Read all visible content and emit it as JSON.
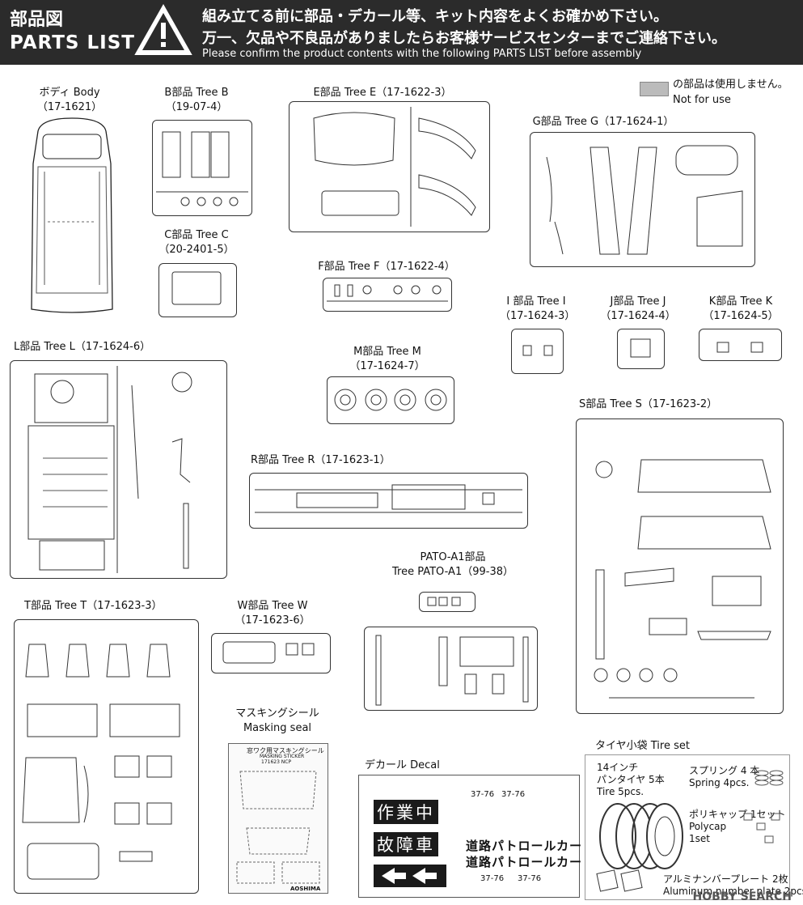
{
  "header": {
    "title_jp": "部品図",
    "title_en": "PARTS LIST",
    "line1": "組み立てる前に部品・デカール等、キット内容をよくお確かめ下さい。",
    "line2": "万一、欠品や不良品がありましたらお客様サービスセンターまでご連絡下さい。",
    "line3": "Please confirm the product contents with the following PARTS LIST before assembly"
  },
  "legend": {
    "line1": "の部品は使用しません。",
    "line2": "Not for use"
  },
  "trees": [
    {
      "id": "body",
      "name": "ボディ Body",
      "code": "（17-1621）"
    },
    {
      "id": "b",
      "name": "B部品 Tree B",
      "code": "（19-07-4）"
    },
    {
      "id": "c",
      "name": "C部品 Tree C",
      "code": "（20-2401-5）"
    },
    {
      "id": "e",
      "name": "E部品 Tree E（17-1622-3）",
      "code": ""
    },
    {
      "id": "f",
      "name": "F部品 Tree F（17-1622-4）",
      "code": ""
    },
    {
      "id": "g",
      "name": "G部品 Tree G（17-1624-1）",
      "code": ""
    },
    {
      "id": "i",
      "name": "I 部品 Tree I",
      "code": "（17-1624-3）"
    },
    {
      "id": "j",
      "name": "J部品 Tree J",
      "code": "（17-1624-4）"
    },
    {
      "id": "k",
      "name": "K部品 Tree K",
      "code": "（17-1624-5）"
    },
    {
      "id": "l",
      "name": "L部品 Tree L（17-1624-6）",
      "code": ""
    },
    {
      "id": "m",
      "name": "M部品 Tree M",
      "code": "（17-1624-7）"
    },
    {
      "id": "r",
      "name": "R部品 Tree R（17-1623-1）",
      "code": ""
    },
    {
      "id": "s",
      "name": "S部品 Tree S（17-1623-2）",
      "code": ""
    },
    {
      "id": "pato",
      "name": "PATO-A1部品",
      "code": "Tree PATO-A1（99-38）"
    },
    {
      "id": "t",
      "name": "T部品 Tree T（17-1623-3）",
      "code": ""
    },
    {
      "id": "w",
      "name": "W部品 Tree W",
      "code": "（17-1623-6）"
    }
  ],
  "masking": {
    "name": "マスキングシール",
    "name_en": "Masking seal",
    "sheet_title": "窓ワク用マスキングシール",
    "sheet_sub": "MASKING STICKER",
    "sheet_code": "171623 NCP",
    "brand": "AOSHIMA"
  },
  "decal": {
    "name": "デカール Decal",
    "text1": "作業中",
    "text2": "故障車",
    "text3": "道路パトロールカー",
    "text4": "道路パトロールカー",
    "plate": "37-76"
  },
  "tireset": {
    "name": "タイヤ小袋 Tire set",
    "tire_jp1": "14インチ",
    "tire_jp2": "パンタイヤ 5本",
    "tire_en": "Tire 5pcs.",
    "spring_jp": "スプリング 4 本",
    "spring_en": "Spring 4pcs.",
    "poly_jp": "ポリキャップ 1セット",
    "poly_en1": "Polycap",
    "poly_en2": "1set",
    "plate_jp": "アルミナンバープレート 2枚",
    "plate_en": "Aluminum number plate 2pcs."
  },
  "watermark": "HOBBY SEARCH"
}
